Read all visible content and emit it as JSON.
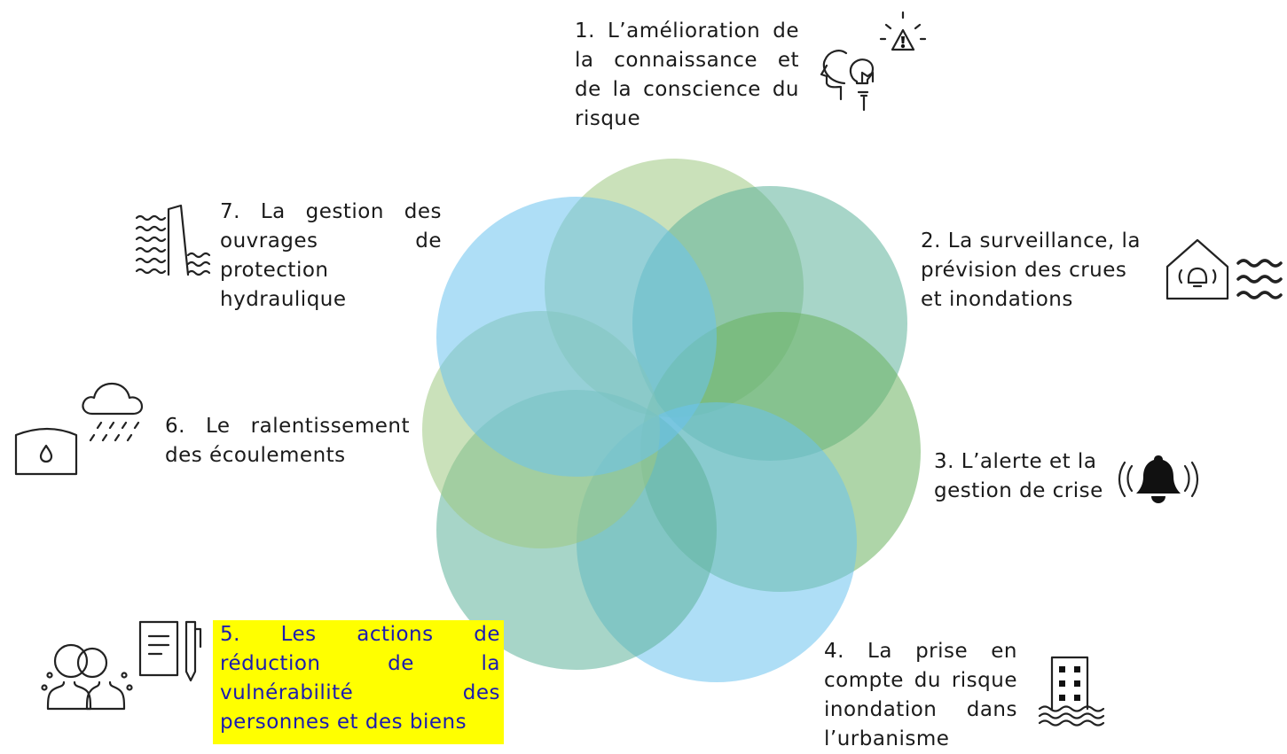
{
  "colors": {
    "green": "#9fc982",
    "teal": "#5fb39b",
    "blue": "#6bc3ef",
    "mid_green": "#6bb360",
    "highlight": "#ffff00",
    "highlight_text": "#1b1bb0"
  },
  "items": [
    {
      "text": "1. L’amélioration de la connaissance et de la conscience du risque",
      "icon": "head-lightbulb-warning-icon"
    },
    {
      "text": "2. La surveillance, la prévision des crues et inondations",
      "icon": "house-alarm-waves-icon"
    },
    {
      "text": "3. L’alerte et la gestion de crise",
      "icon": "ringing-bell-icon"
    },
    {
      "text": "4. La prise en compte du risque inondation dans l’urbanisme",
      "icon": "flooded-building-icon"
    },
    {
      "text": "5. Les actions de réduction de la vulnérabilité des personnes et des biens",
      "icon": "people-document-pen-icon",
      "highlighted": true
    },
    {
      "text": "6. Le ralentissement des écoulements",
      "icon": "rain-cloud-tank-icon"
    },
    {
      "text": "7. La gestion des ouvrages de protection hydraulique",
      "icon": "dam-waves-icon"
    }
  ]
}
